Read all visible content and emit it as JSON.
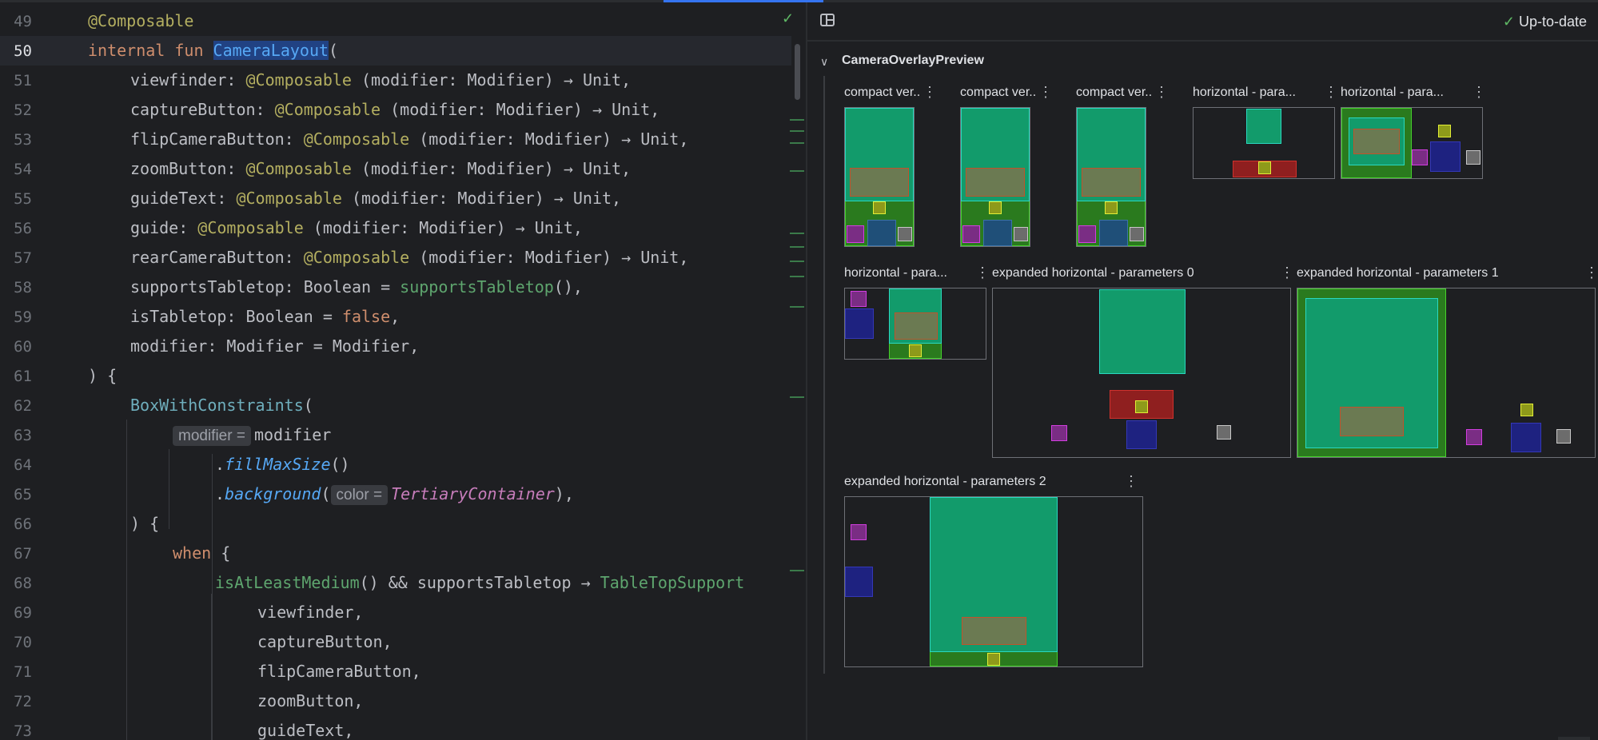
{
  "editor": {
    "lines": [
      {
        "n": "49",
        "indent": 0,
        "tokens": [
          {
            "t": "@Composable",
            "c": "ann"
          }
        ]
      },
      {
        "n": "50",
        "indent": 0,
        "tokens": [
          {
            "t": "internal fun ",
            "c": "kw"
          },
          {
            "t": "CameraLayout",
            "c": "fnsel"
          },
          {
            "t": "(",
            "c": ""
          }
        ]
      },
      {
        "n": "51",
        "indent": 1,
        "tokens": [
          {
            "t": "viewfinder: ",
            "c": ""
          },
          {
            "t": "@Composable",
            "c": "ann"
          },
          {
            "t": " (modifier: Modifier) → Unit,",
            "c": ""
          }
        ]
      },
      {
        "n": "52",
        "indent": 1,
        "tokens": [
          {
            "t": "captureButton: ",
            "c": ""
          },
          {
            "t": "@Composable",
            "c": "ann"
          },
          {
            "t": " (modifier: Modifier) → Unit,",
            "c": ""
          }
        ]
      },
      {
        "n": "53",
        "indent": 1,
        "tokens": [
          {
            "t": "flipCameraButton: ",
            "c": ""
          },
          {
            "t": "@Composable",
            "c": "ann"
          },
          {
            "t": " (modifier: Modifier) → Unit,",
            "c": ""
          }
        ]
      },
      {
        "n": "54",
        "indent": 1,
        "tokens": [
          {
            "t": "zoomButton: ",
            "c": ""
          },
          {
            "t": "@Composable",
            "c": "ann"
          },
          {
            "t": " (modifier: Modifier) → Unit,",
            "c": ""
          }
        ]
      },
      {
        "n": "55",
        "indent": 1,
        "tokens": [
          {
            "t": "guideText: ",
            "c": ""
          },
          {
            "t": "@Composable",
            "c": "ann"
          },
          {
            "t": " (modifier: Modifier) → Unit,",
            "c": ""
          }
        ]
      },
      {
        "n": "56",
        "indent": 1,
        "tokens": [
          {
            "t": "guide: ",
            "c": ""
          },
          {
            "t": "@Composable",
            "c": "ann"
          },
          {
            "t": " (modifier: Modifier) → Unit,",
            "c": ""
          }
        ]
      },
      {
        "n": "57",
        "indent": 1,
        "tokens": [
          {
            "t": "rearCameraButton: ",
            "c": ""
          },
          {
            "t": "@Composable",
            "c": "ann"
          },
          {
            "t": " (modifier: Modifier) → Unit,",
            "c": ""
          }
        ]
      },
      {
        "n": "58",
        "indent": 1,
        "tokens": [
          {
            "t": "supportsTabletop: Boolean = ",
            "c": ""
          },
          {
            "t": "supportsTabletop",
            "c": "call"
          },
          {
            "t": "(),",
            "c": ""
          }
        ]
      },
      {
        "n": "59",
        "indent": 1,
        "tokens": [
          {
            "t": "isTabletop: Boolean = ",
            "c": ""
          },
          {
            "t": "false",
            "c": "kw"
          },
          {
            "t": ",",
            "c": ""
          }
        ]
      },
      {
        "n": "60",
        "indent": 1,
        "tokens": [
          {
            "t": "modifier: Modifier = Modifier,",
            "c": ""
          }
        ]
      },
      {
        "n": "61",
        "indent": 0,
        "tokens": [
          {
            "t": ") {",
            "c": ""
          }
        ]
      },
      {
        "n": "62",
        "indent": 1,
        "tokens": [
          {
            "t": "BoxWithConstraints",
            "c": "cls"
          },
          {
            "t": "(",
            "c": ""
          }
        ]
      },
      {
        "n": "63",
        "indent": 2,
        "tokens": [
          {
            "t": "modifier =",
            "c": "hint"
          },
          {
            "t": "modifier",
            "c": ""
          }
        ]
      },
      {
        "n": "64",
        "indent": 3,
        "tokens": [
          {
            "t": ".",
            "c": ""
          },
          {
            "t": "fillMaxSize",
            "c": "ital"
          },
          {
            "t": "()",
            "c": ""
          }
        ]
      },
      {
        "n": "65",
        "indent": 3,
        "tokens": [
          {
            "t": ".",
            "c": ""
          },
          {
            "t": "background",
            "c": "ital"
          },
          {
            "t": "(",
            "c": ""
          },
          {
            "t": "color =",
            "c": "hint"
          },
          {
            "t": "TertiaryContainer",
            "c": "prop"
          },
          {
            "t": "),",
            "c": ""
          }
        ]
      },
      {
        "n": "66",
        "indent": 1,
        "tokens": [
          {
            "t": ") {",
            "c": ""
          }
        ]
      },
      {
        "n": "67",
        "indent": 2,
        "tokens": [
          {
            "t": "when",
            "c": "kw"
          },
          {
            "t": " {",
            "c": ""
          }
        ]
      },
      {
        "n": "68",
        "indent": 3,
        "tokens": [
          {
            "t": "isAtLeastMedium",
            "c": "call"
          },
          {
            "t": "() && supportsTabletop → ",
            "c": ""
          },
          {
            "t": "TableTopSupport",
            "c": "call"
          }
        ]
      },
      {
        "n": "69",
        "indent": 4,
        "tokens": [
          {
            "t": "viewfinder,",
            "c": ""
          }
        ]
      },
      {
        "n": "70",
        "indent": 4,
        "tokens": [
          {
            "t": "captureButton,",
            "c": ""
          }
        ]
      },
      {
        "n": "71",
        "indent": 4,
        "tokens": [
          {
            "t": "flipCameraButton,",
            "c": ""
          }
        ]
      },
      {
        "n": "72",
        "indent": 4,
        "tokens": [
          {
            "t": "zoomButton,",
            "c": ""
          }
        ]
      },
      {
        "n": "73",
        "indent": 4,
        "tokens": [
          {
            "t": "guideText,",
            "c": ""
          }
        ]
      }
    ]
  },
  "preview": {
    "status": "Up-to-date",
    "group_title": "CameraOverlayPreview",
    "cards": [
      {
        "title": "compact ver..."
      },
      {
        "title": "compact ver..."
      },
      {
        "title": "compact ver..."
      },
      {
        "title": "horizontal - para..."
      },
      {
        "title": "horizontal - para..."
      },
      {
        "title": "horizontal - para..."
      },
      {
        "title": "expanded horizontal - parameters 0"
      },
      {
        "title": "expanded horizontal - parameters 1"
      },
      {
        "title": "expanded horizontal - parameters 2"
      }
    ]
  },
  "colors": {
    "accent": "#3574f0",
    "ok": "#5fb865",
    "selection": "#214283"
  }
}
